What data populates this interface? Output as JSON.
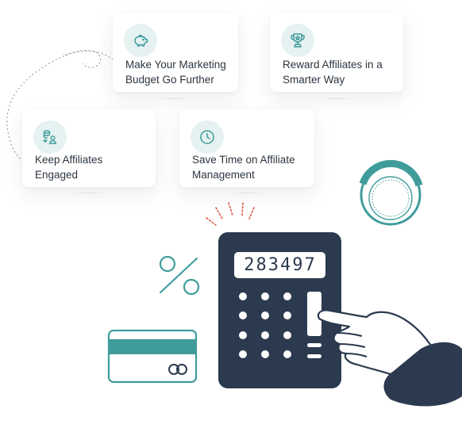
{
  "features": [
    {
      "line1": "Make Your Marketing",
      "line2": "Budget Go Further",
      "icon": "piggy-bank-icon"
    },
    {
      "line1": "Reward Affiliates in a",
      "line2": "Smarter Way",
      "icon": "trophy-icon"
    },
    {
      "line1": "Keep Affiliates",
      "line2": "Engaged",
      "icon": "coins-user-icon"
    },
    {
      "line1": "Save Time on Affiliate",
      "line2": "Management",
      "icon": "clock-icon"
    }
  ],
  "calculator": {
    "display": "283497"
  },
  "colors": {
    "teal": "#3f9c9b",
    "navy": "#2c3a4f",
    "text": "#2c3640",
    "icon_bg": "#e6f1f1",
    "accent_red": "#e05a4e"
  }
}
